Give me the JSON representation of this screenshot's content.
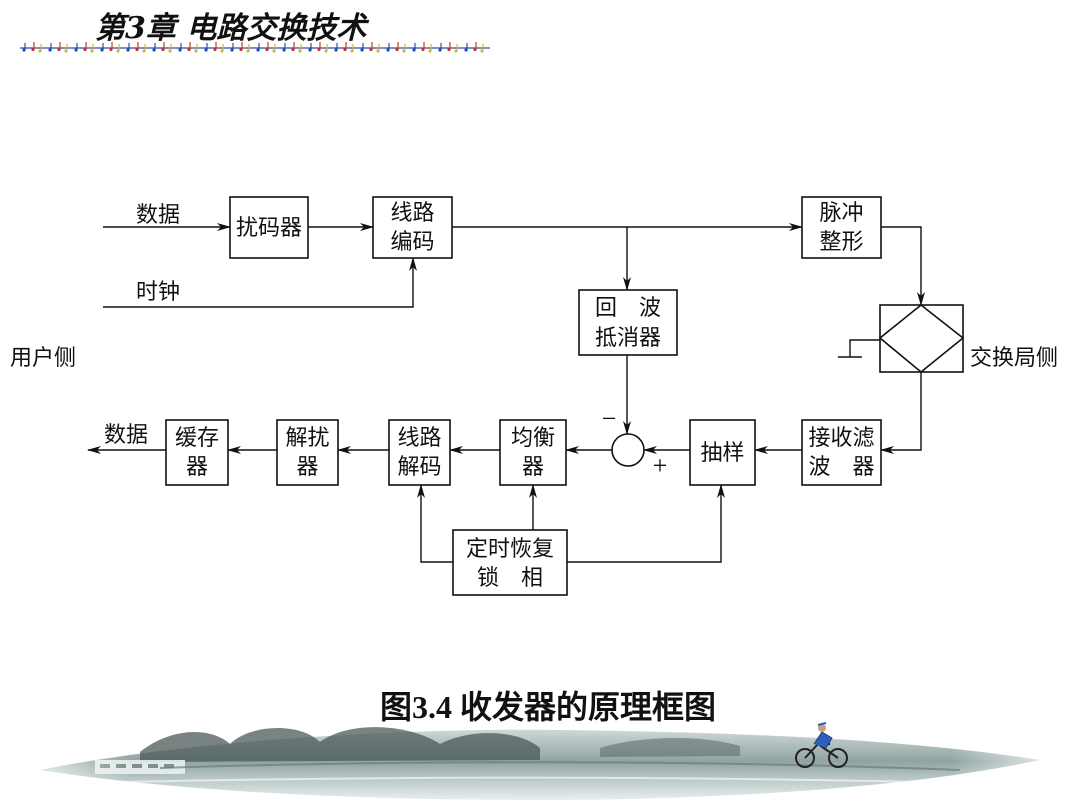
{
  "header": {
    "chapter_title": "第3章  电路交换技术"
  },
  "diagram": {
    "labels": {
      "data_in": "数据",
      "clock": "时钟",
      "data_out": "数据",
      "user_side": "用户侧",
      "exchange_side": "交换局侧",
      "minus": "−",
      "plus": "+"
    },
    "blocks": {
      "scrambler": [
        "扰码器"
      ],
      "line_encoder": [
        "线路",
        "编码"
      ],
      "pulse_shaper": [
        "脉冲",
        "整形"
      ],
      "echo_canceller": [
        "回　波",
        "抵消器"
      ],
      "receive_filter": [
        "接收滤",
        "波　器"
      ],
      "sampler": [
        "抽样"
      ],
      "equalizer": [
        "均衡",
        "器"
      ],
      "line_decoder": [
        "线路",
        "解码"
      ],
      "descrambler": [
        "解扰",
        "器"
      ],
      "buffer": [
        "缓存",
        "器"
      ],
      "timing_recovery": [
        "定时恢复",
        "锁　相"
      ]
    }
  },
  "caption": "图3.4  收发器的原理框图",
  "decor": {
    "banner_icon": "cyclist-icon",
    "accent_colors": [
      "#2a4fa8",
      "#c8342b",
      "#d8b23a"
    ]
  }
}
